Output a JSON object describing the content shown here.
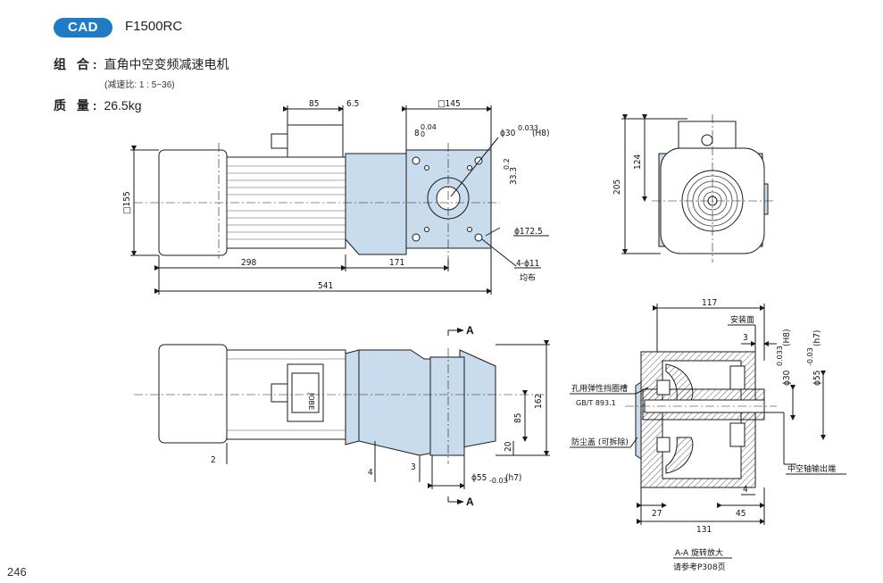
{
  "header": {
    "badge": "CAD",
    "model": "F1500RC"
  },
  "specs": {
    "combo_key": "组 合:",
    "combo_value": "直角中空变频减速电机",
    "ratio_note": "(减速比: 1 : 5~36)",
    "mass_key": "质 量:",
    "mass_value": "26.5kg"
  },
  "top_view": {
    "dim_85": "85",
    "dim_6_5": "6.5",
    "dim_sq145": "□145",
    "dim_8": "8",
    "dim_8_tol": "0.04",
    "dim_8_tol0": "0",
    "dim_phi30": "ϕ30",
    "dim_phi30_tol": "0.033",
    "dim_phi30_fit": "(H8)",
    "dim_33_3": "33.3",
    "dim_33_3_tol": "0.2",
    "dim_phi172_5": "ϕ172.5",
    "dim_4_phi11": "4-ϕ11",
    "dim_even": "均布",
    "dim_sq155": "□155",
    "dim_298": "298",
    "dim_171": "171",
    "dim_541": "541"
  },
  "side_view": {
    "dim_205": "205",
    "dim_124": "124"
  },
  "front_view": {
    "section_mark": "A",
    "nameplate_text": "JOBE",
    "dim_162": "162",
    "dim_85": "85",
    "dim_20": "20",
    "dim_2": "2",
    "dim_4": "4",
    "dim_3": "3",
    "dim_phi55": "ϕ55",
    "dim_phi55_tol": "-0.03",
    "dim_phi55_fit": "(h7)"
  },
  "section_view": {
    "dim_117": "117",
    "mounting_face": "安装面",
    "dim_3": "3",
    "dim_phi30": "ϕ30",
    "dim_phi30_tol": "0.033",
    "dim_phi30_fit": "(H8)",
    "dim_phi55": "ϕ55",
    "dim_phi55_tol": "-0.03",
    "dim_phi55_fit": "(h7)",
    "circlip_label": "孔用弹性挡圈槽",
    "circlip_std": "GB/T 893.1",
    "dust_cap_label": "防尘盖 (可拆除)",
    "hollow_out_label": "中空轴输出端",
    "dim_4": "4",
    "dim_27": "27",
    "dim_45": "45",
    "dim_131": "131",
    "caption": "A-A 旋转放大",
    "ref": "请参考P308页"
  },
  "page": {
    "number": "246"
  },
  "colors": {
    "accent": "#1f7cc4",
    "gearbox_fill": "#c9dcee",
    "line": "#1a1a1a"
  }
}
